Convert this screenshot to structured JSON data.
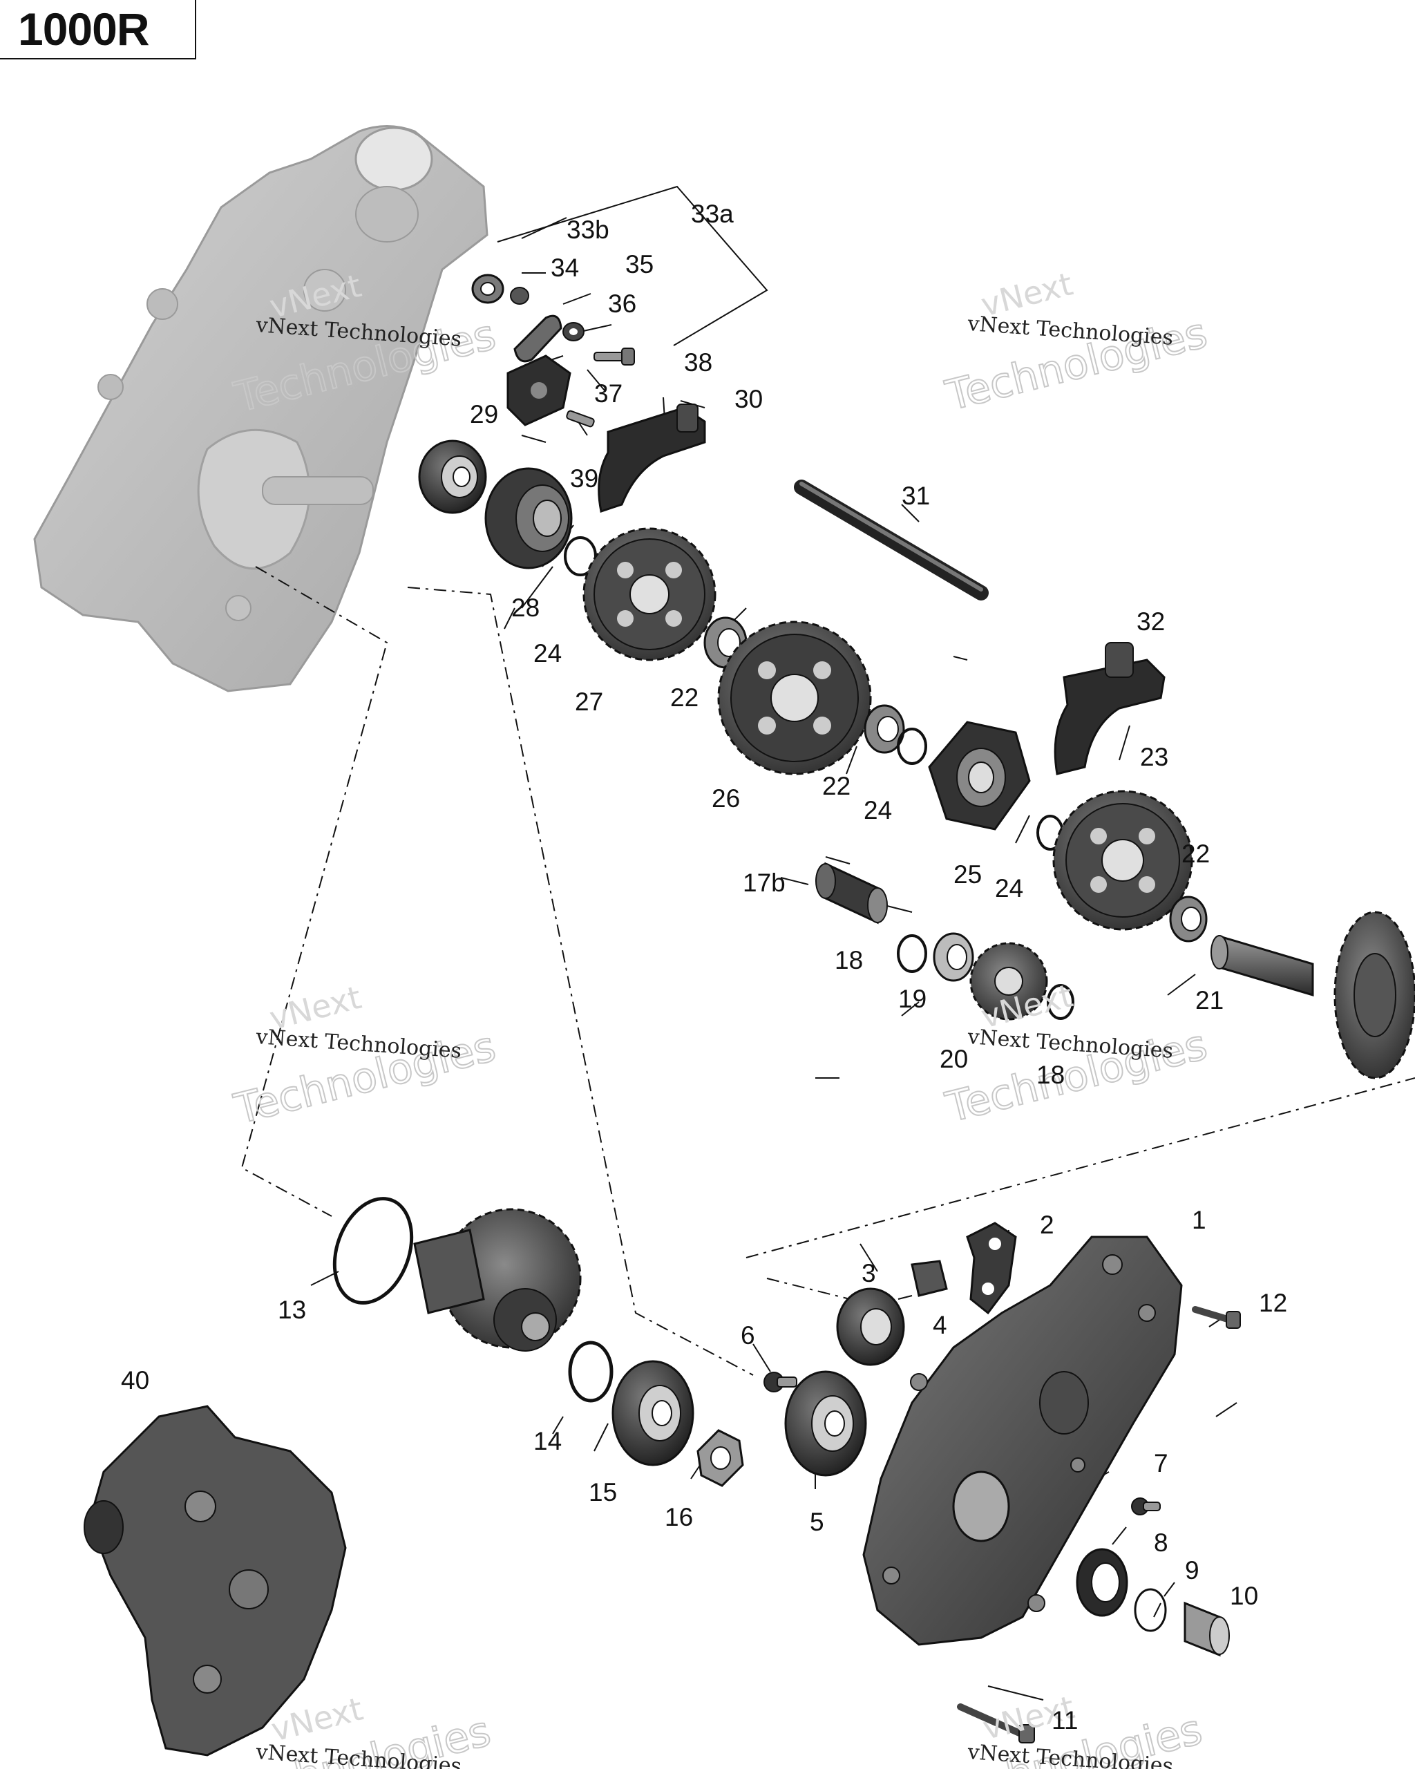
{
  "model": "1000R",
  "watermark": {
    "line1": "vNext",
    "line2": "vNext Technologies",
    "line3": "Technologies"
  },
  "callouts": {
    "c1": "1",
    "c2": "2",
    "c3": "3",
    "c4": "4",
    "c5": "5",
    "c6": "6",
    "c7": "7",
    "c8": "8",
    "c9": "9",
    "c10": "10",
    "c11": "11",
    "c12": "12",
    "c13": "13",
    "c14": "14",
    "c15": "15",
    "c16": "16",
    "c17b": "17b",
    "c18a": "18",
    "c18b": "18",
    "c19": "19",
    "c20": "20",
    "c21": "21",
    "c22a": "22",
    "c22b": "22",
    "c22c": "22",
    "c23": "23",
    "c24a": "24",
    "c24b": "24",
    "c24c": "24",
    "c25": "25",
    "c26": "26",
    "c27": "27",
    "c28": "28",
    "c29": "29",
    "c30": "30",
    "c31": "31",
    "c32": "32",
    "c33a": "33a",
    "c33b": "33b",
    "c34": "34",
    "c35": "35",
    "c36": "36",
    "c37": "37",
    "c38": "38",
    "c39": "39",
    "c40": "40"
  },
  "colors": {
    "part_dark": "#3a3a3a",
    "part_mid": "#6b6b6b",
    "part_light": "#c9c9c9",
    "housing_ghost": "#dcdcdc"
  }
}
